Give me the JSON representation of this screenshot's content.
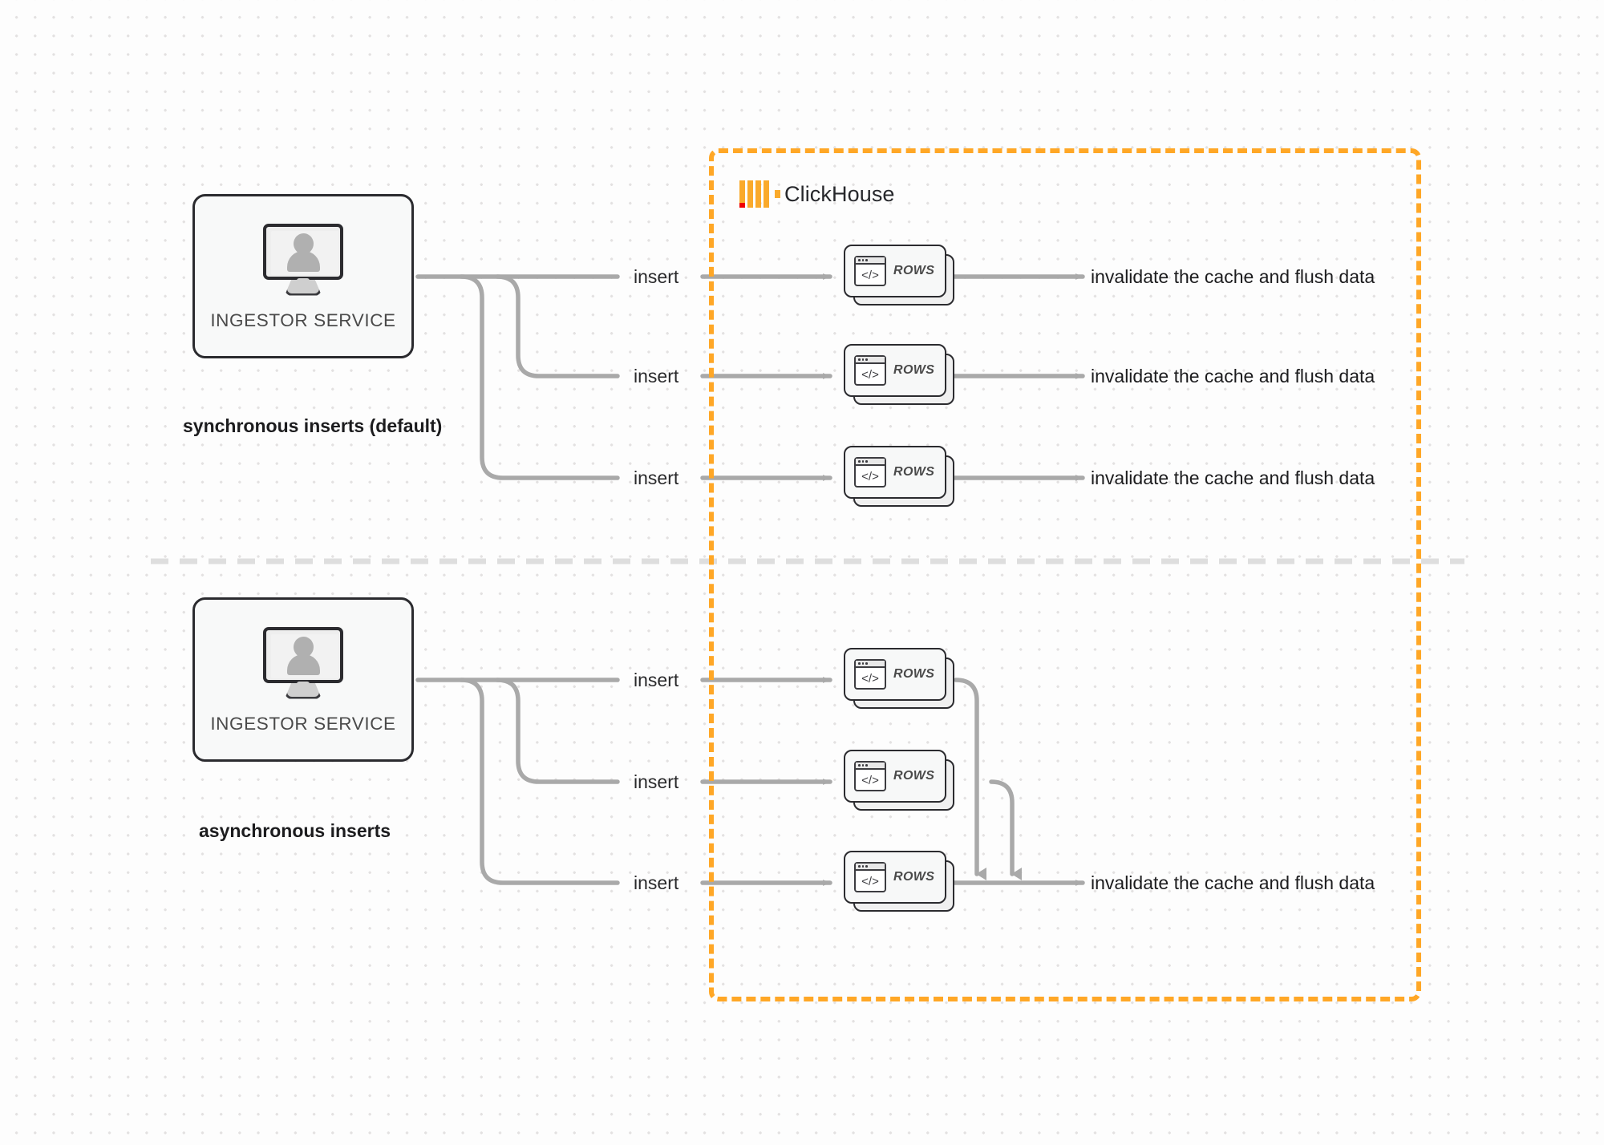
{
  "diagram": {
    "title": "ClickHouse synchronous vs asynchronous inserts",
    "colors": {
      "boundary": "#FFA726",
      "logo_orange": "#FAAA2B",
      "logo_red": "#F00000",
      "edge": "#a9a9a9",
      "node_border": "#2b2b2f",
      "background": "#fdfdfd"
    }
  },
  "clickhouse_boundary": {
    "label": "ClickHouse",
    "logo_name": "clickhouse-logo-icon"
  },
  "sections": [
    {
      "id": "synchronous",
      "caption": "synchronous inserts (default)",
      "service": {
        "label": "INGESTOR SERVICE",
        "icon": "monitor-user-icon"
      },
      "rows": [
        {
          "insert_label": "insert",
          "card_label": "ROWS",
          "card_icon": "code-window-icon",
          "result_label": "invalidate the cache and flush data"
        },
        {
          "insert_label": "insert",
          "card_label": "ROWS",
          "card_icon": "code-window-icon",
          "result_label": "invalidate the cache and flush data"
        },
        {
          "insert_label": "insert",
          "card_label": "ROWS",
          "card_icon": "code-window-icon",
          "result_label": "invalidate the cache and flush data"
        }
      ]
    },
    {
      "id": "asynchronous",
      "caption": "asynchronous inserts",
      "service": {
        "label": "INGESTOR SERVICE",
        "icon": "monitor-user-icon"
      },
      "rows": [
        {
          "insert_label": "insert",
          "card_label": "ROWS",
          "card_icon": "code-window-icon",
          "result_label": ""
        },
        {
          "insert_label": "insert",
          "card_label": "ROWS",
          "card_icon": "code-window-icon",
          "result_label": ""
        },
        {
          "insert_label": "insert",
          "card_label": "ROWS",
          "card_icon": "code-window-icon",
          "result_label": "invalidate the cache and flush data"
        }
      ],
      "merged_result_label": "invalidate the cache and flush data"
    }
  ]
}
